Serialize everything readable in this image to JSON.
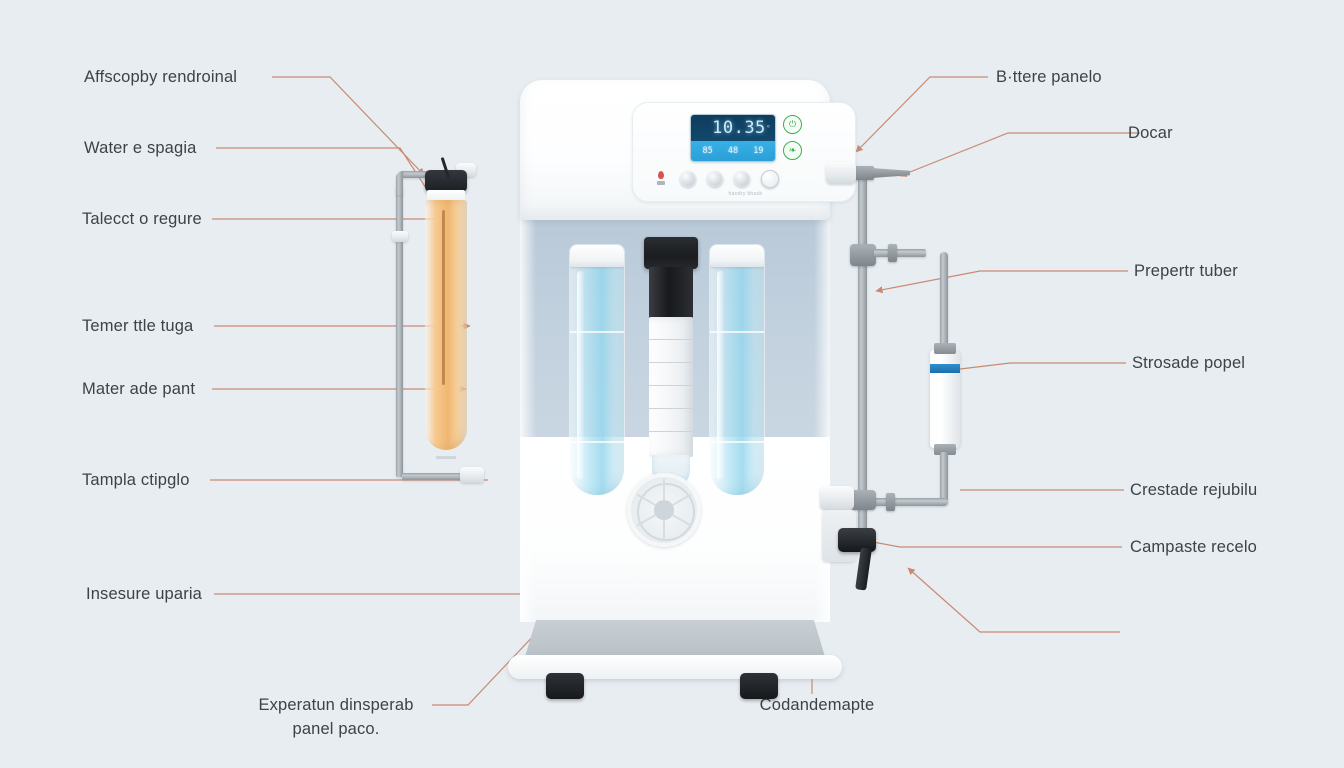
{
  "diagram": {
    "background_color": "#e8edf1",
    "leader_color": "#c98a72",
    "label_color": "#3b4349"
  },
  "labels_left": [
    {
      "id": "l1",
      "text": "Affscopby rendroinal"
    },
    {
      "id": "l2",
      "text": "Water e spagia"
    },
    {
      "id": "l3",
      "text": "Talecct o regure"
    },
    {
      "id": "l4",
      "text": "Temer ttle tuga"
    },
    {
      "id": "l5",
      "text": "Mater ade pant"
    },
    {
      "id": "l6",
      "text": "Tampla ctipglo"
    },
    {
      "id": "l7",
      "text": "Insesure uparia"
    }
  ],
  "labels_right": [
    {
      "id": "r1",
      "text": "B·ttere panelo"
    },
    {
      "id": "r2",
      "text": "Docar"
    },
    {
      "id": "r3",
      "text": "Prepertr tuber"
    },
    {
      "id": "r4",
      "text": "Strosade popel"
    },
    {
      "id": "r5",
      "text": "Crestade rejubilu"
    },
    {
      "id": "r6",
      "text": "Campaste recelo"
    }
  ],
  "labels_bottom": [
    {
      "id": "b1",
      "line1": "Experatun dinsperab",
      "line2": "panel paco."
    },
    {
      "id": "b2",
      "line1": "Codandemapte",
      "line2": ""
    }
  ],
  "device": {
    "display": {
      "main_value": "10.35",
      "main_unit": "°",
      "sub_left": "85",
      "sub_mid": "48",
      "sub_right": "19",
      "lcd_top_color": "#11486c",
      "lcd_bottom_color": "#2f9fd8"
    },
    "indicators": [
      {
        "name": "power-indicator",
        "glyph": "⏻",
        "color": "#3fae4c"
      },
      {
        "name": "leaf-indicator",
        "glyph": "❧",
        "color": "#3fae4c"
      }
    ],
    "buttons": [
      {
        "name": "alert-button",
        "glyph": ""
      },
      {
        "name": "mode-button-1",
        "glyph": ""
      },
      {
        "name": "mode-button-2",
        "glyph": ""
      },
      {
        "name": "mode-button-3",
        "glyph": ""
      },
      {
        "name": "eco-button",
        "glyph": ""
      }
    ],
    "panel_micro_text": "handry bhasb",
    "components": {
      "left_cartridge_color": "#f0b771",
      "tank_water_color": "#96d6ec",
      "body_blue_color": "#c2d1de",
      "pipe_color": "#a8b0b6",
      "inline_filter_band_color": "#2f8fd0",
      "foot_color": "#1b1e21"
    }
  }
}
